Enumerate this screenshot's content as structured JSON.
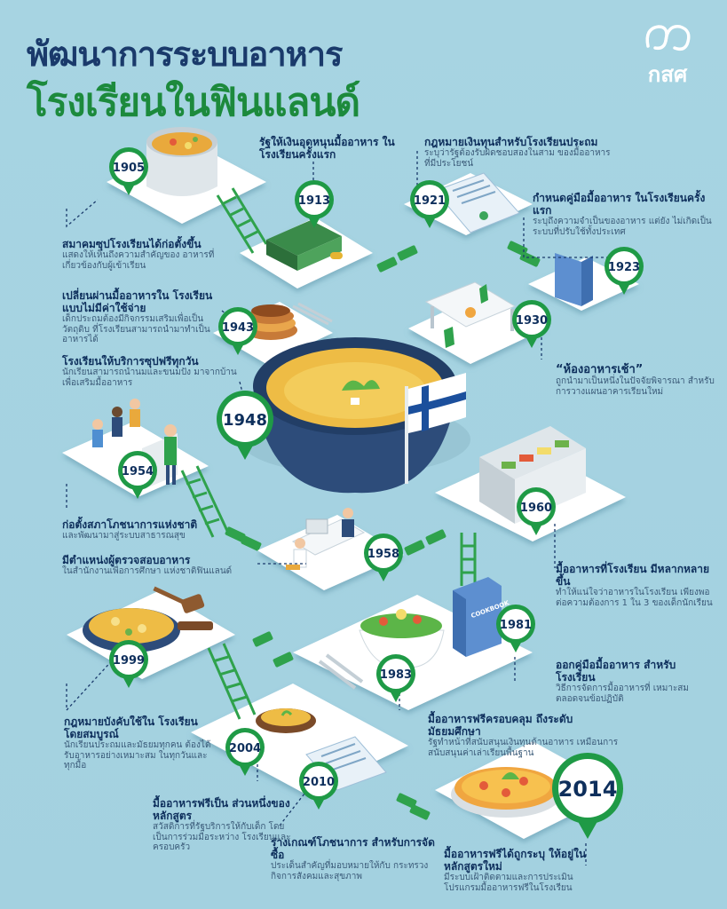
{
  "title": {
    "line1": "พัฒนาการระบบอาหาร",
    "line2": "โรงเรียนในฟินแลนด์"
  },
  "logo": {
    "text": "กสศ"
  },
  "colors": {
    "background": "#a7d4e2",
    "title_navy": "#1a3a6b",
    "title_green": "#1c8a3c",
    "pin_green": "#1f9a46",
    "tile": "#ffffff",
    "bowl": "#2d4c7a"
  },
  "years": {
    "y1905": "1905",
    "y1913": "1913",
    "y1921": "1921",
    "y1923": "1923",
    "y1930": "1930",
    "y1943": "1943",
    "y1948": "1948",
    "y1954": "1954",
    "y1958": "1958",
    "y1960": "1960",
    "y1981": "1981",
    "y1983": "1983",
    "y1999": "1999",
    "y2004": "2004",
    "y2010": "2010",
    "y2014": "2014"
  },
  "events": {
    "e1905": {
      "heading": "สมาคมซุปโรงเรียนได้ก่อตั้งขึ้น",
      "desc": "แสดงให้เห็นถึงความสำคัญของ อาหารที่เกี่ยวข้องกับผู้เข้าเรียน"
    },
    "e1913": {
      "heading": "รัฐให้เงินอุดหนุนมื้ออาหาร ในโรงเรียนครั้งแรก",
      "desc": ""
    },
    "e1921": {
      "heading": "กฎหมายเงินทุนสำหรับโรงเรียนประถม",
      "desc": "ระบุว่ารัฐต้องรับผิดชอบสองในสาม ของมื้ออาหารที่มีประโยชน์"
    },
    "e1923": {
      "heading": "กำหนดคู่มือมื้ออาหาร ในโรงเรียนครั้งแรก",
      "desc": "ระบุถึงความจำเป็นของอาหาร แต่ยัง ไม่เกิดเป็นระบบที่ปรับใช้ทั้งประเทศ"
    },
    "e1930": {
      "heading": "“ห้องอาหารเช้า”",
      "desc": "ถูกนำมาเป็นหนึ่งในปัจจัยพิจารณา สำหรับการวางแผนอาคารเรียนใหม่"
    },
    "e1943": {
      "heading": "เปลี่ยนผ่านมื้ออาหารใน โรงเรียนแบบไม่มีค่าใช้จ่าย",
      "desc": "เด็กประถมต้องมีกิจกรรมเสริมเพื่อเป็นวัตถุดิบ ที่โรงเรียนสามารถนำมาทำเป็นอาหารได้"
    },
    "e1948": {
      "heading": "โรงเรียนให้บริการซุปฟรีทุกวัน",
      "desc": "นักเรียนสามารถนำนมและขนมปัง มาจากบ้านเพื่อเสริมมื้ออาหาร"
    },
    "e1954": {
      "heading": "ก่อตั้งสภาโภชนาการแห่งชาติ",
      "desc": "และพัฒนามาสู่ระบบสาธารณสุข"
    },
    "e1958": {
      "heading": "มีตำแหน่งผู้ตรวจสอบอาหาร",
      "desc": "ในสำนักงานเพื่อการศึกษา แห่งชาติฟินแลนด์"
    },
    "e1960": {
      "heading": "มื้ออาหารที่โรงเรียน มีหลากหลายขึ้น",
      "desc": "ทำให้แน่ใจว่าอาหารในโรงเรียน เพียงพอต่อความต้องการ 1 ใน 3 ของเด็กนักเรียน"
    },
    "e1981": {
      "heading": "ออกคู่มือมื้ออาหาร สำหรับโรงเรียน",
      "desc": "วิธีการจัดการมื้ออาหารที่ เหมาะสม ตลอดจนข้อปฏิบัติ"
    },
    "e1983": {
      "heading": "มื้ออาหารฟรีครอบคลุม ถึงระดับมัธยมศึกษา",
      "desc": "รัฐทำหน้าที่สนับสนุนเงินทุนด้านอาหาร เหมือนการสนับสนุนค่าเล่าเรียนพื้นฐาน"
    },
    "e1999": {
      "heading": "กฎหมายบังคับใช้ใน โรงเรียนโดยสมบูรณ์",
      "desc": "นักเรียนประถมและมัธยมทุกคน ต้องได้รับอาหารอย่างเหมาะสม ในทุกวันและทุกมื้อ"
    },
    "e2004": {
      "heading": "มื้ออาหารฟรีเป็น ส่วนหนึ่งของหลักสูตร",
      "desc": "สวัสดิการที่รัฐบริการให้กับเด็ก โดยเป็นการร่วมมือระหว่าง โรงเรียนและครอบครัว"
    },
    "e2010": {
      "heading": "ร่างเกณฑ์โภชนาการ สำหรับการจัดซื้อ",
      "desc": "ประเด็นสำคัญที่มอบหมายให้กับ กระทรวงกิจการสังคมและสุขภาพ"
    },
    "e2014": {
      "heading": "มื้ออาหารฟรีได้ถูกระบุ ให้อยู่ในหลักสูตรใหม่",
      "desc": "มีระบบเฝ้าติดตามและการประเมิน โปรแกรมมื้ออาหารฟรีในโรงเรียน"
    }
  },
  "props": {
    "cookbook": "COOKBOOK"
  }
}
